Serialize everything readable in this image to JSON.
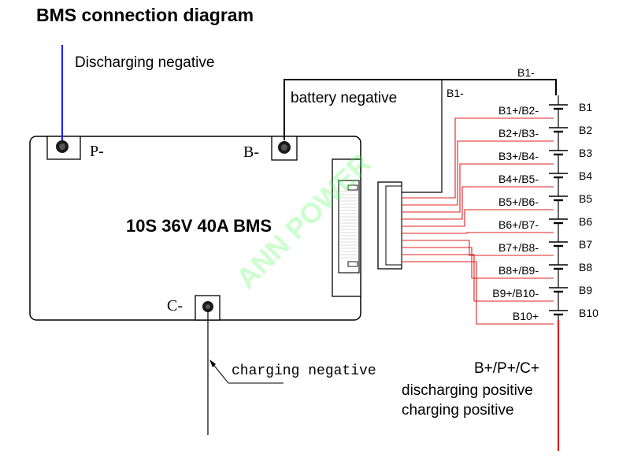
{
  "title": "BMS connection diagram",
  "bms_label": "10S 36V 40A BMS",
  "watermark": "ANN POWER",
  "terminals": {
    "p_minus": "P-",
    "b_minus": "B-",
    "c_minus": "C-"
  },
  "annotations": {
    "discharging_negative": "Discharging negative",
    "battery_negative": "battery negative",
    "b1_minus_top": "B1-",
    "b1_minus_side": "B1-",
    "charging_negative": "charging negative",
    "positive_terminal": "B+/P+/C+",
    "discharging_positive": "discharging positive",
    "charging_positive": "charging positive"
  },
  "balance_wires": [
    "B1+/B2-",
    "B2+/B3-",
    "B3+/B4-",
    "B4+/B5-",
    "B5+/B6-",
    "B6+/B7-",
    "B7+/B8-",
    "B8+/B9-",
    "B9+/B10-",
    "B10+"
  ],
  "cells": [
    "B1",
    "B2",
    "B3",
    "B4",
    "B5",
    "B6",
    "B7",
    "B8",
    "B9",
    "B10"
  ],
  "colors": {
    "wire_black": "#000000",
    "wire_red": "#e02020",
    "wire_blue": "#1a1aff",
    "board_outline": "#000000",
    "watermark": "#4cff52"
  }
}
